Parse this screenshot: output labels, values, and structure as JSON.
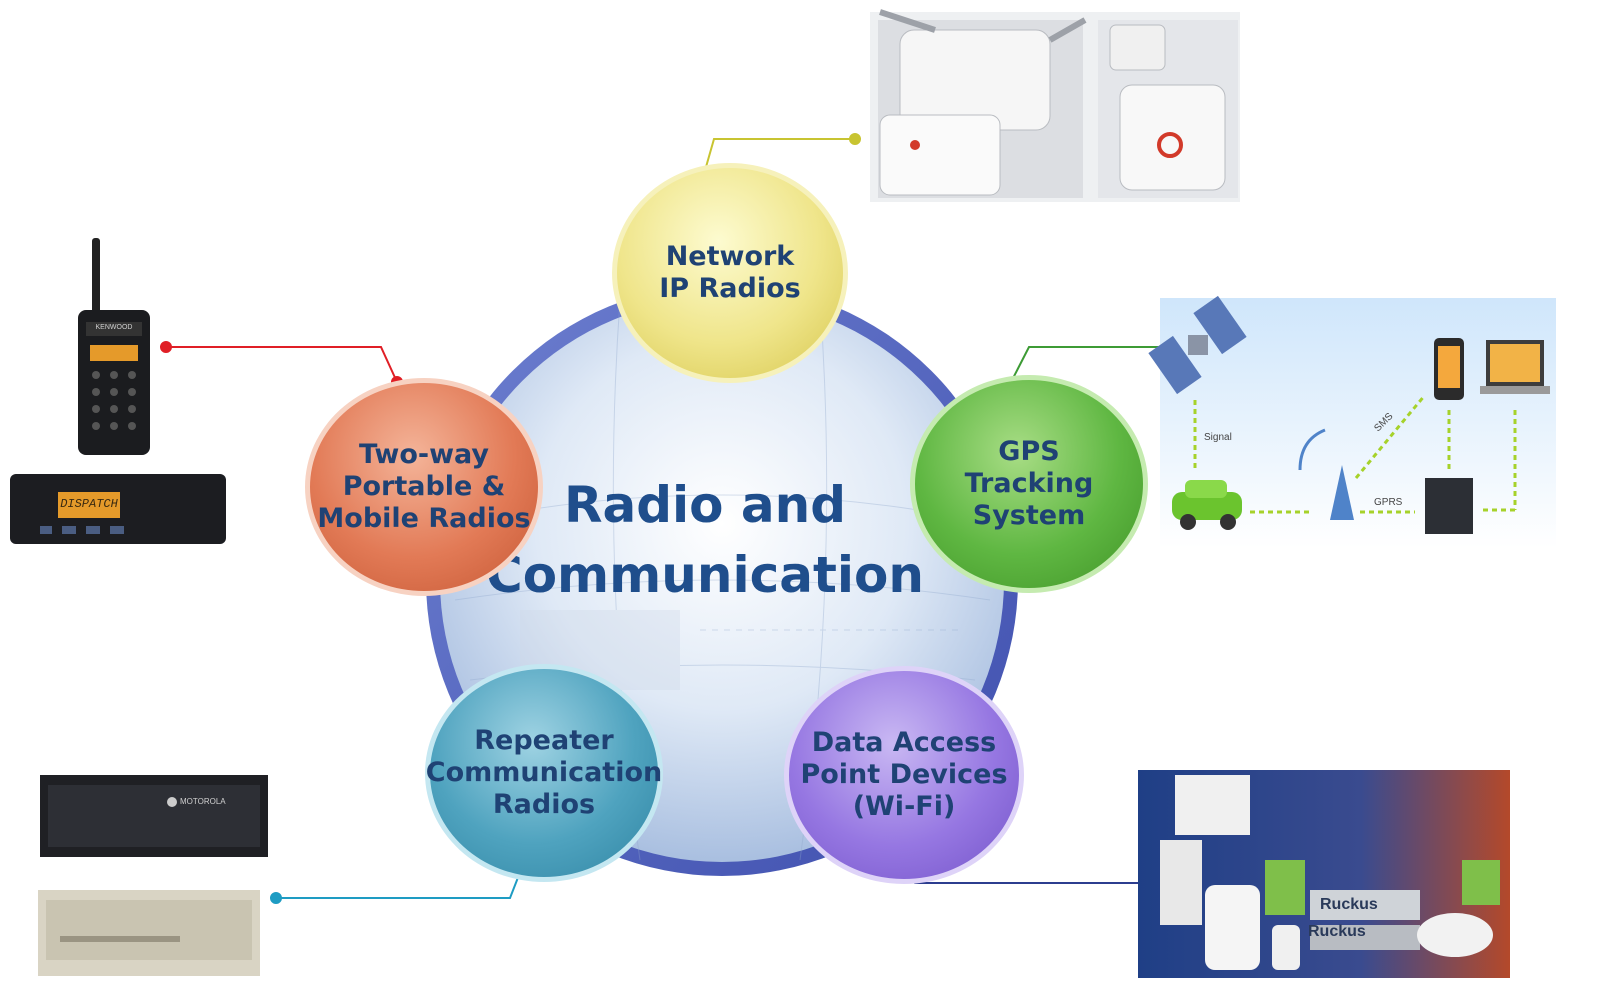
{
  "title": "Radio and\nCommunication",
  "nodes": {
    "network": "Network\nIP Radios",
    "twoway": "Two-way\nPortable &\nMobile Radios",
    "gps": "GPS\nTracking\nSystem",
    "repeater": "Repeater\nCommunication\nRadios",
    "dataaccess": "Data Access\nPoint Devices\n(Wi-Fi)"
  },
  "photos": {
    "handheld_radio_brand": "KENWOOD",
    "mobile_radio_display": "DISPATCH",
    "repeater_brand": "MOTOROLA",
    "gps_signal_label": "Signal",
    "gps_sms_label": "SMS",
    "gps_gprs_label": "GPRS",
    "wifi_brand": "Ruckus"
  },
  "colors": {
    "network": "#e6da6e",
    "twoway": "#d9694a",
    "gps": "#56ad3b",
    "repeater": "#3f98b6",
    "dataaccess": "#8467d8",
    "title": "#1f4e8c",
    "node_text": "#1f4274",
    "connector_network": "#c8c431",
    "connector_twoway": "#e01f26",
    "connector_gps": "#3d9b35",
    "connector_repeater": "#1e9cc3",
    "connector_dataaccess": "#2c3d8f"
  }
}
